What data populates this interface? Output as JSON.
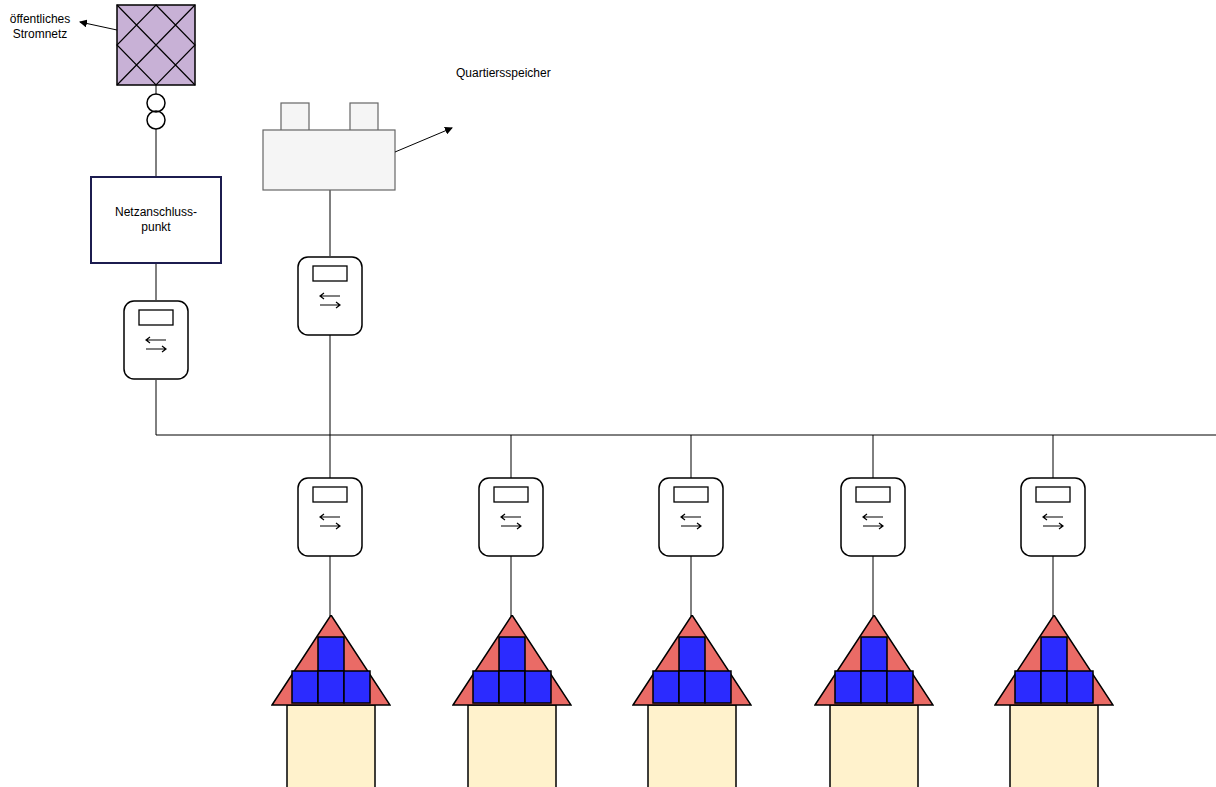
{
  "diagram": {
    "nodes": [
      {
        "text": [
          "Netzanschluss- punkt"
        ]
      }
    ],
    "labels": [
      "öffentliches Stromnetz",
      "Quartiersspeicher"
    ]
  }
}
